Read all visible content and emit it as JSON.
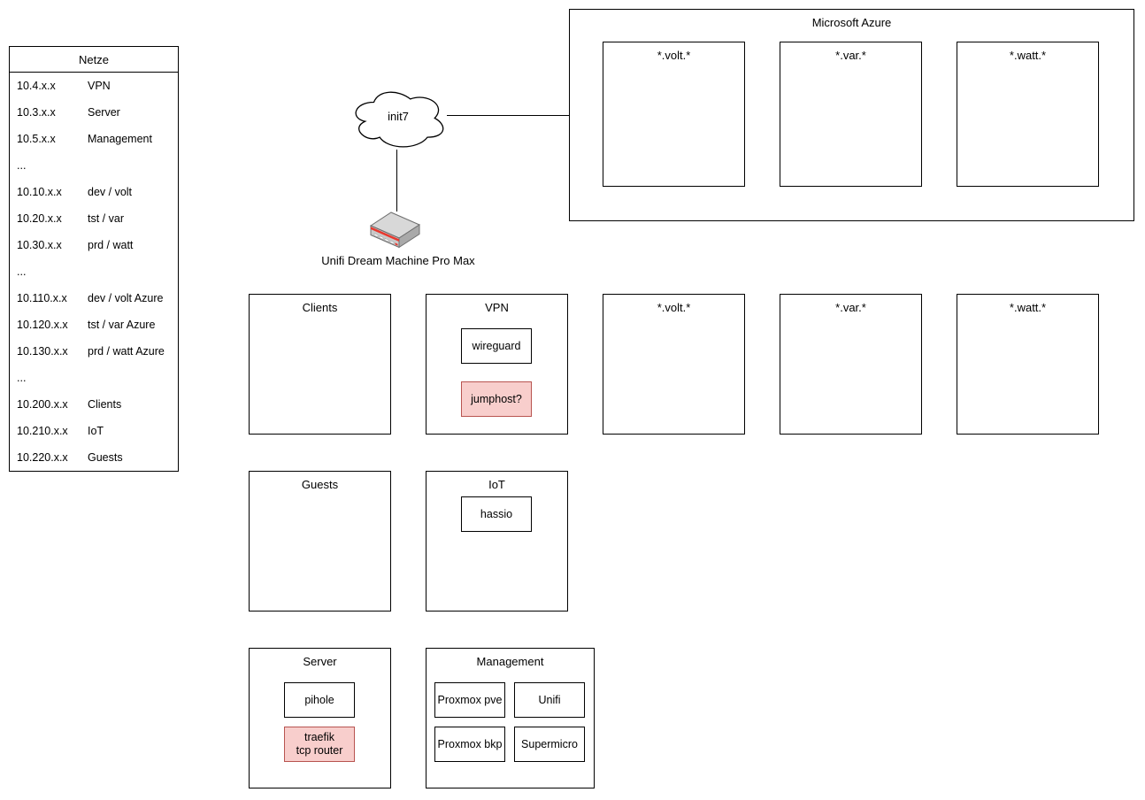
{
  "netze_table": {
    "title": "Netze",
    "rows": [
      {
        "ip": "10.4.x.x",
        "name": "VPN"
      },
      {
        "ip": "10.3.x.x",
        "name": "Server"
      },
      {
        "ip": "10.5.x.x",
        "name": "Management"
      },
      {
        "ip": "...",
        "name": ""
      },
      {
        "ip": "10.10.x.x",
        "name": "dev / volt"
      },
      {
        "ip": "10.20.x.x",
        "name": "tst / var"
      },
      {
        "ip": "10.30.x.x",
        "name": "prd / watt"
      },
      {
        "ip": "...",
        "name": ""
      },
      {
        "ip": "10.110.x.x",
        "name": "dev / volt Azure"
      },
      {
        "ip": "10.120.x.x",
        "name": "tst / var Azure"
      },
      {
        "ip": "10.130.x.x",
        "name": "prd / watt Azure"
      },
      {
        "ip": "...",
        "name": ""
      },
      {
        "ip": "10.200.x.x",
        "name": "Clients"
      },
      {
        "ip": "10.210.x.x",
        "name": "IoT"
      },
      {
        "ip": "10.220.x.x",
        "name": "Guests"
      }
    ]
  },
  "wan": {
    "cloud_label": "init7",
    "router_label": "Unifi Dream Machine Pro Max"
  },
  "azure": {
    "title": "Microsoft Azure",
    "subnets": [
      "*.volt.*",
      "*.var.*",
      "*.watt.*"
    ]
  },
  "zones": {
    "clients": "Clients",
    "vpn": "VPN",
    "volt": "*.volt.*",
    "var": "*.var.*",
    "watt": "*.watt.*",
    "guests": "Guests",
    "iot": "IoT",
    "server": "Server",
    "management": "Management"
  },
  "nodes": {
    "wireguard": "wireguard",
    "jumphost": "jumphost?",
    "hassio": "hassio",
    "pihole": "pihole",
    "traefik": "traefik\ntcp router",
    "proxmox_pve": "Proxmox pve",
    "unifi": "Unifi",
    "proxmox_bkp": "Proxmox bkp",
    "supermicro": "Supermicro"
  },
  "colors": {
    "highlight_fill": "#f8cecc",
    "highlight_border": "#b85450",
    "line": "#000000",
    "background": "#ffffff"
  }
}
